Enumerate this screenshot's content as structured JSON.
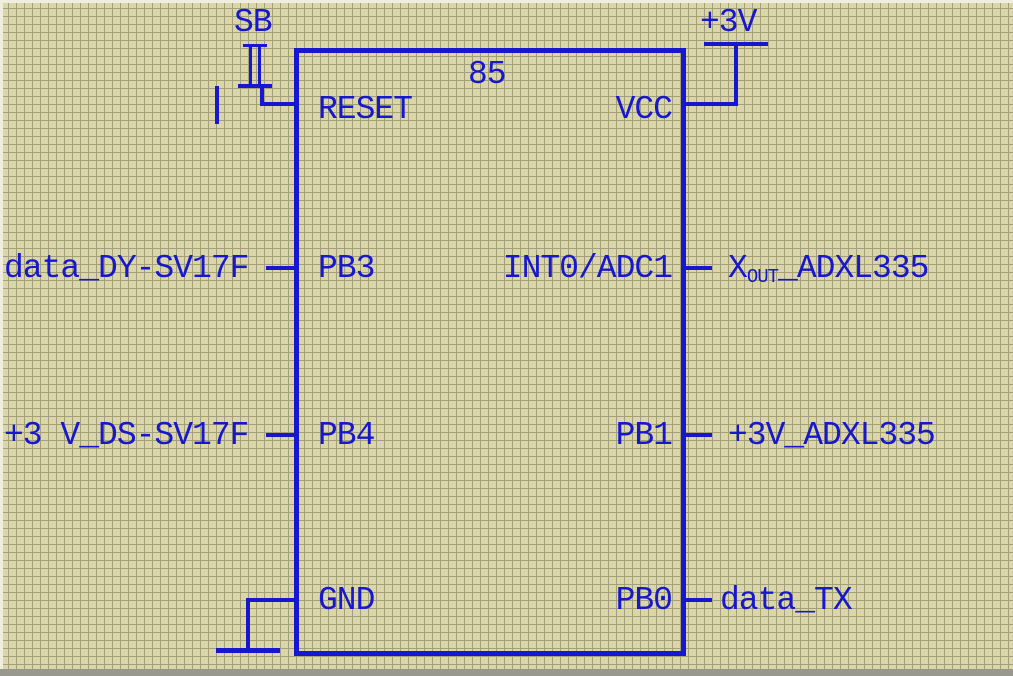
{
  "diagram": {
    "type": "schematic",
    "chip": {
      "ref": "85",
      "left_pins": [
        "RESET",
        "PB3",
        "PB4",
        "GND"
      ],
      "right_pins": [
        "VCC",
        "INT0/ADC1",
        "PB1",
        "PB0"
      ]
    },
    "labels": {
      "button": "SB",
      "supply": "+3V",
      "pb3_net": "data_DY-SV17F",
      "pb4_net": "+3 V_DS-SV17F",
      "adc1_net_base": "X",
      "adc1_net_sub": "OUT",
      "adc1_net_tail": "_ADXL335",
      "pb1_net": "+3V_ADXL335",
      "pb0_net": "data_TX"
    },
    "colors": {
      "ink": "#1717cf",
      "paper": "#dad6a9",
      "grid": "#a39f78"
    }
  }
}
